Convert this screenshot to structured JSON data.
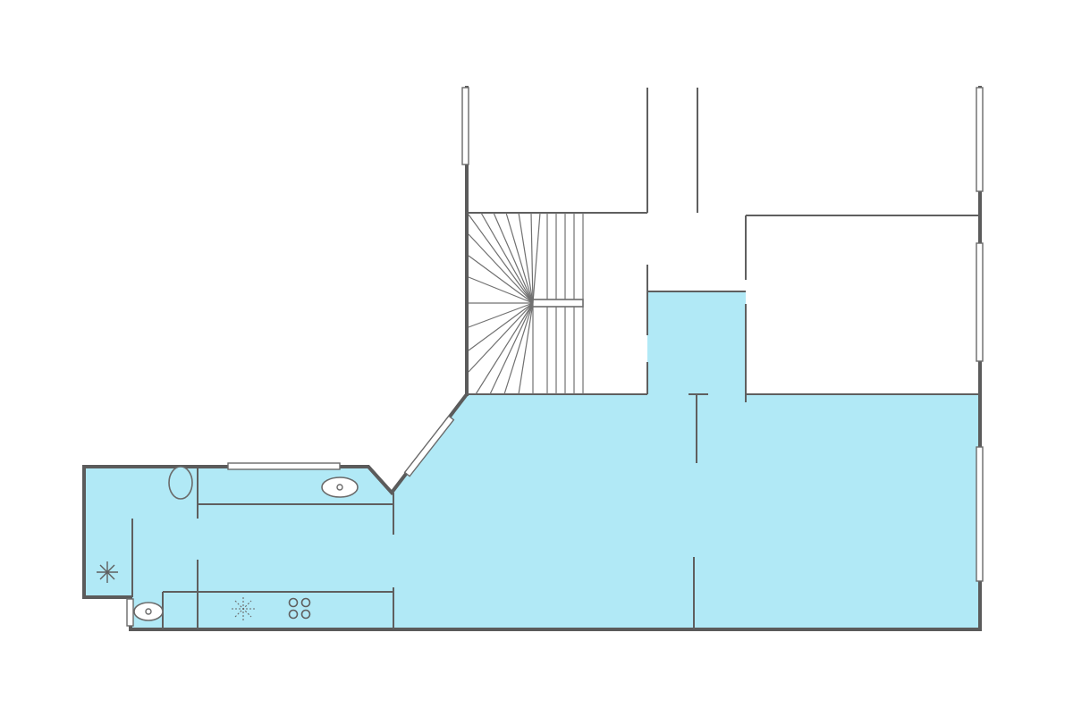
{
  "plan": {
    "colors": {
      "floor": "#b1e9f6",
      "wall": "#5b5b5b",
      "background": "#ffffff"
    },
    "features": [
      "staircase",
      "windows",
      "wc",
      "washbasin",
      "shower",
      "kitchen-counter",
      "cooktop",
      "sink"
    ]
  }
}
